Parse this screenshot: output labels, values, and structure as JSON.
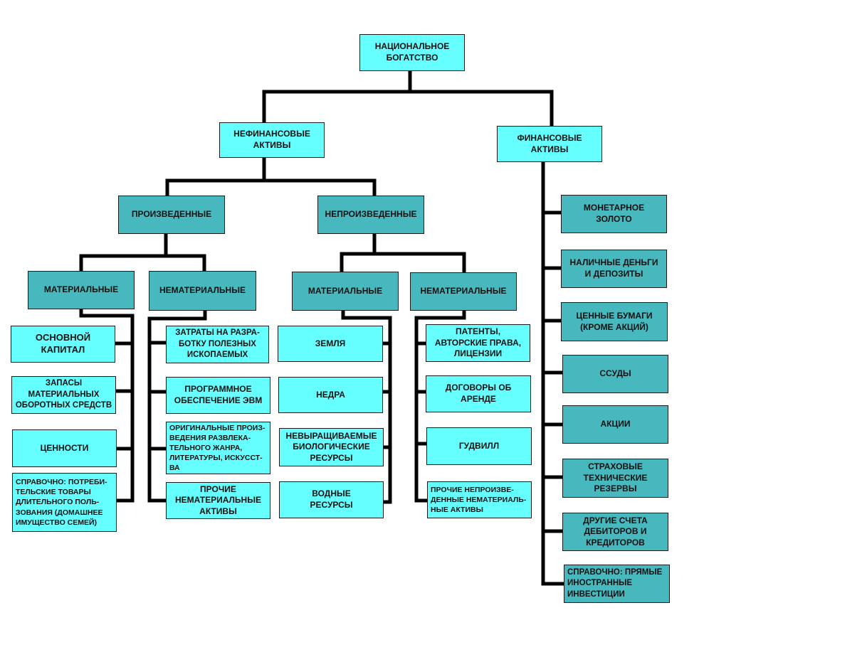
{
  "colors": {
    "light": "#66ffff",
    "teal": "#47b8bd",
    "line": "#000000",
    "border": "#1a1a1a"
  },
  "diagram": {
    "root": "НАЦИОНАЛЬНОЕ\nБОГАТСТВО",
    "nonfinancial": "НЕФИНАНСОВЫЕ\nАКТИВЫ",
    "financial": "ФИНАНСОВЫЕ\nАКТИВЫ",
    "produced": {
      "label": "ПРОИЗВЕДЕННЫЕ",
      "material": {
        "label": "МАТЕРИАЛЬНЫЕ",
        "items": [
          "ОСНОВНОЙ\nКАПИТАЛ",
          "ЗАПАСЫ\nМАТЕРИАЛЬНЫХ\nОБОРОТНЫХ СРЕДСТВ",
          "ЦЕННОСТИ",
          "СПРАВОЧНО: ПОТРЕБИ-\nТЕЛЬСКИЕ ТОВАРЫ\nДЛИТЕЛЬНОГО ПОЛЬ-\nЗОВАНИЯ (ДОМАШНЕЕ\nИМУЩЕСТВО СЕМЕЙ)"
        ]
      },
      "intangible": {
        "label": "НЕМАТЕРИАЛЬНЫЕ",
        "items": [
          "ЗАТРАТЫ НА РАЗРА-\nБОТКУ ПОЛЕЗНЫХ\nИСКОПАЕМЫХ",
          "ПРОГРАММНОЕ\nОБЕСПЕЧЕНИЕ ЭВМ",
          "ОРИГИНАЛЬНЫЕ ПРОИЗ-\nВЕДЕНИЯ РАЗВЛЕКА-\nТЕЛЬНОГО ЖАНРА,\nЛИТЕРАТУРЫ, ИСКУССТ-\nВА",
          "ПРОЧИЕ\nНЕМАТЕРИАЛЬНЫЕ\nАКТИВЫ"
        ]
      }
    },
    "nonproduced": {
      "label": "НЕПРОИЗВЕДЕННЫЕ",
      "material": {
        "label": "МАТЕРИАЛЬНЫЕ",
        "items": [
          "ЗЕМЛЯ",
          "НЕДРА",
          "НЕВЫРАЩИВАЕМЫЕ\nБИОЛОГИЧЕСКИЕ\nРЕСУРСЫ",
          "ВОДНЫЕ\nРЕСУРСЫ"
        ]
      },
      "intangible": {
        "label": "НЕМАТЕРИАЛЬНЫЕ",
        "items": [
          "ПАТЕНТЫ,\nАВТОРСКИЕ ПРАВА,\nЛИЦЕНЗИИ",
          "ДОГОВОРЫ ОБ\nАРЕНДЕ",
          "ГУДВИЛЛ",
          "ПРОЧИЕ НЕПРОИЗВЕ-\nДЕННЫЕ НЕМАТЕРИАЛЬ-\nНЫЕ АКТИВЫ"
        ]
      }
    },
    "financial_items": [
      "МОНЕТАРНОЕ\nЗОЛОТО",
      "НАЛИЧНЫЕ ДЕНЬГИ\nИ ДЕПОЗИТЫ",
      "ЦЕННЫЕ БУМАГИ\n(КРОМЕ АКЦИЙ)",
      "ССУДЫ",
      "АКЦИИ",
      "СТРАХОВЫЕ\nТЕХНИЧЕСКИЕ\nРЕЗЕРВЫ",
      "ДРУГИЕ СЧЕТА\nДЕБИТОРОВ И\nКРЕДИТОРОВ",
      "СПРАВОЧНО: ПРЯМЫЕ\nИНОСТРАННЫЕ\nИНВЕСТИЦИИ"
    ]
  }
}
